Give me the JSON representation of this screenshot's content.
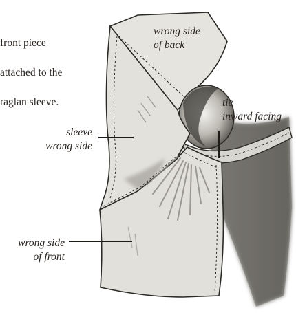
{
  "caption": {
    "lines": [
      "front piece",
      "attached to the",
      "raglan sleeve."
    ]
  },
  "labels": {
    "back": [
      "wrong side",
      "of back"
    ],
    "tie": [
      "tie",
      "inward facing"
    ],
    "sleeve": [
      "sleeve",
      "wrong side"
    ],
    "front": [
      "wrong side",
      "of front"
    ]
  },
  "colors": {
    "fabric": "#e4e2dd",
    "fabric_shade": "#c9c6bf",
    "shadow": "#6f6d66",
    "outline": "#2b2a26"
  }
}
